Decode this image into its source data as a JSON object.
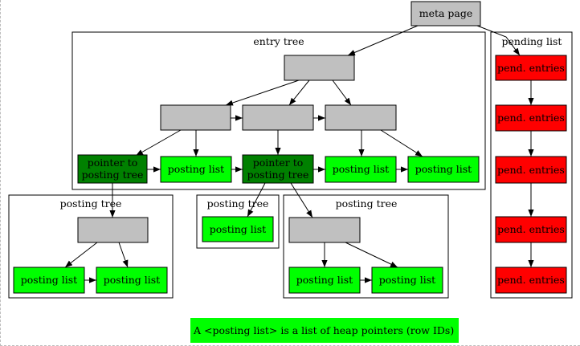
{
  "colors": {
    "internal": "#c0c0c0",
    "posting_list": "#00ff00",
    "pointer": "#008000",
    "pending": "#ff0000",
    "caption_bg": "#00ff00"
  },
  "nodes": {
    "meta_page": "meta page",
    "root_child_1": "",
    "root_child_2": "",
    "root_child_3": "",
    "entry_root": "",
    "pointer_label_line1": "pointer to",
    "pointer_label_line2": "posting tree",
    "posting_list": "posting list",
    "pending_entry": "pend. entries",
    "posting_tree_root": ""
  },
  "clusters": {
    "entry_tree": "entry tree",
    "pending_list": "pending list",
    "posting_tree": "posting tree"
  },
  "caption": "A <posting list> is a list of heap pointers (row IDs)"
}
